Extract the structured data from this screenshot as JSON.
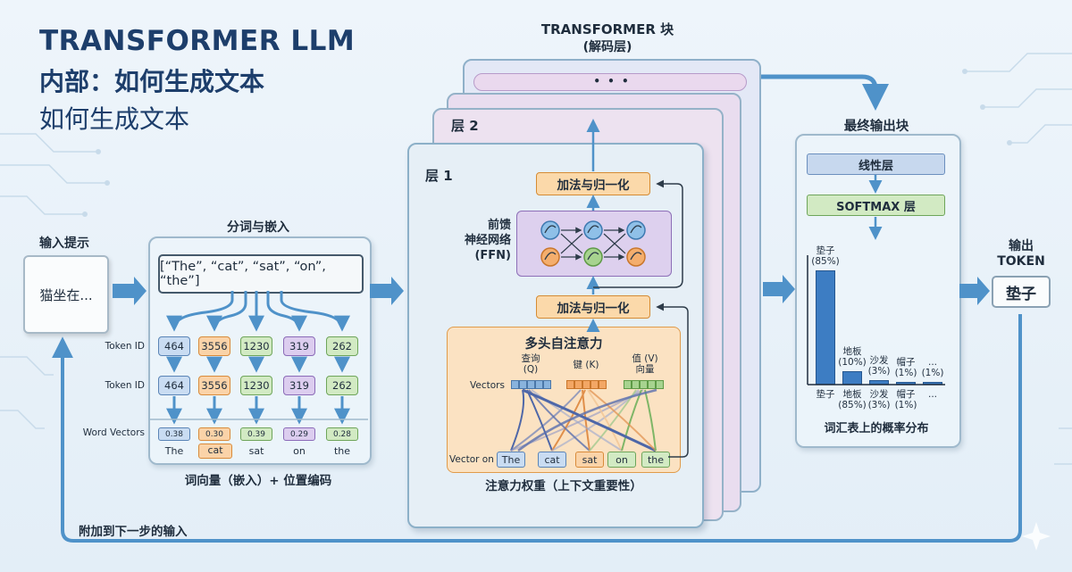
{
  "title": {
    "line1": "TRANSFORMER LLM",
    "line2": "内部：如何生成文本",
    "line3": "如何生成文本"
  },
  "input": {
    "heading": "输入提示",
    "prompt": "猫坐在..."
  },
  "tokenization": {
    "heading": "分词与嵌入",
    "quoted": "[“The”, “cat”, “sat”, “on”, “the”]",
    "token_id_label": "Token ID",
    "ids": [
      "464",
      "3556",
      "1230",
      "319",
      "262"
    ],
    "word_vectors_label": "Word Vectors",
    "vector_values": [
      "0.38",
      "0.30",
      "0.39",
      "0.29",
      "0.28"
    ],
    "words": [
      "The",
      "cat",
      "sat",
      "on",
      "the"
    ],
    "caption": "词向量（嵌入）+ 位置编码"
  },
  "transformer": {
    "heading_line1": "TRANSFORMER 块",
    "heading_line2": "(解码层)",
    "ellipsis": "• • •",
    "layer2": "层 2",
    "layer1": "层 1",
    "add_norm": "加法与归一化",
    "ffn_line1": "前馈",
    "ffn_line2": "神经网络",
    "ffn_line3": "(FFN)",
    "attention_title": "多头自注意力",
    "query_label": "查询",
    "query_sub": "(Q)",
    "key_label": "键 (K)",
    "value_label": "值 (V)",
    "value_sub": "向量",
    "vectors_label": "Vectors",
    "vector_on_label": "Vector on",
    "attention_words": [
      "The",
      "cat",
      "sat",
      "on",
      "the"
    ],
    "weights_caption": "注意力权重（上下文重要性）"
  },
  "final": {
    "heading": "最终输出块",
    "linear": "线性层",
    "softmax": "SOFTMAX 层",
    "dist_caption": "词汇表上的概率分布",
    "bars_top": [
      {
        "name": "垫子",
        "pct": "(85%)"
      },
      {
        "name": "地板",
        "pct": "(10%)"
      },
      {
        "name": "沙发",
        "pct": "(3%)"
      },
      {
        "name": "帽子",
        "pct": "(1%)"
      },
      {
        "name": "...",
        "pct": "(1%)"
      }
    ],
    "bars_bottom": [
      {
        "name": "垫子",
        "pct": ""
      },
      {
        "name": "地板",
        "pct": "(85%)"
      },
      {
        "name": "沙发",
        "pct": "(3%)"
      },
      {
        "name": "帽子",
        "pct": "(1%)"
      },
      {
        "name": "...",
        "pct": ""
      }
    ],
    "probabilities": [
      85,
      10,
      3,
      1,
      1
    ]
  },
  "output": {
    "heading_line1": "输出",
    "heading_line2": "TOKEN",
    "token": "垫子"
  },
  "loop_label": "附加到下一步的输入",
  "colors": {
    "title": "#1d3e6b",
    "arrow": "#4f92c9",
    "bar": "#3d7dc3",
    "add_norm": "#fbd9aa",
    "ffn": "#ddd0ee",
    "attention": "#fbe2c2",
    "linear": "#c7d8ee",
    "softmax": "#d2eac3"
  }
}
